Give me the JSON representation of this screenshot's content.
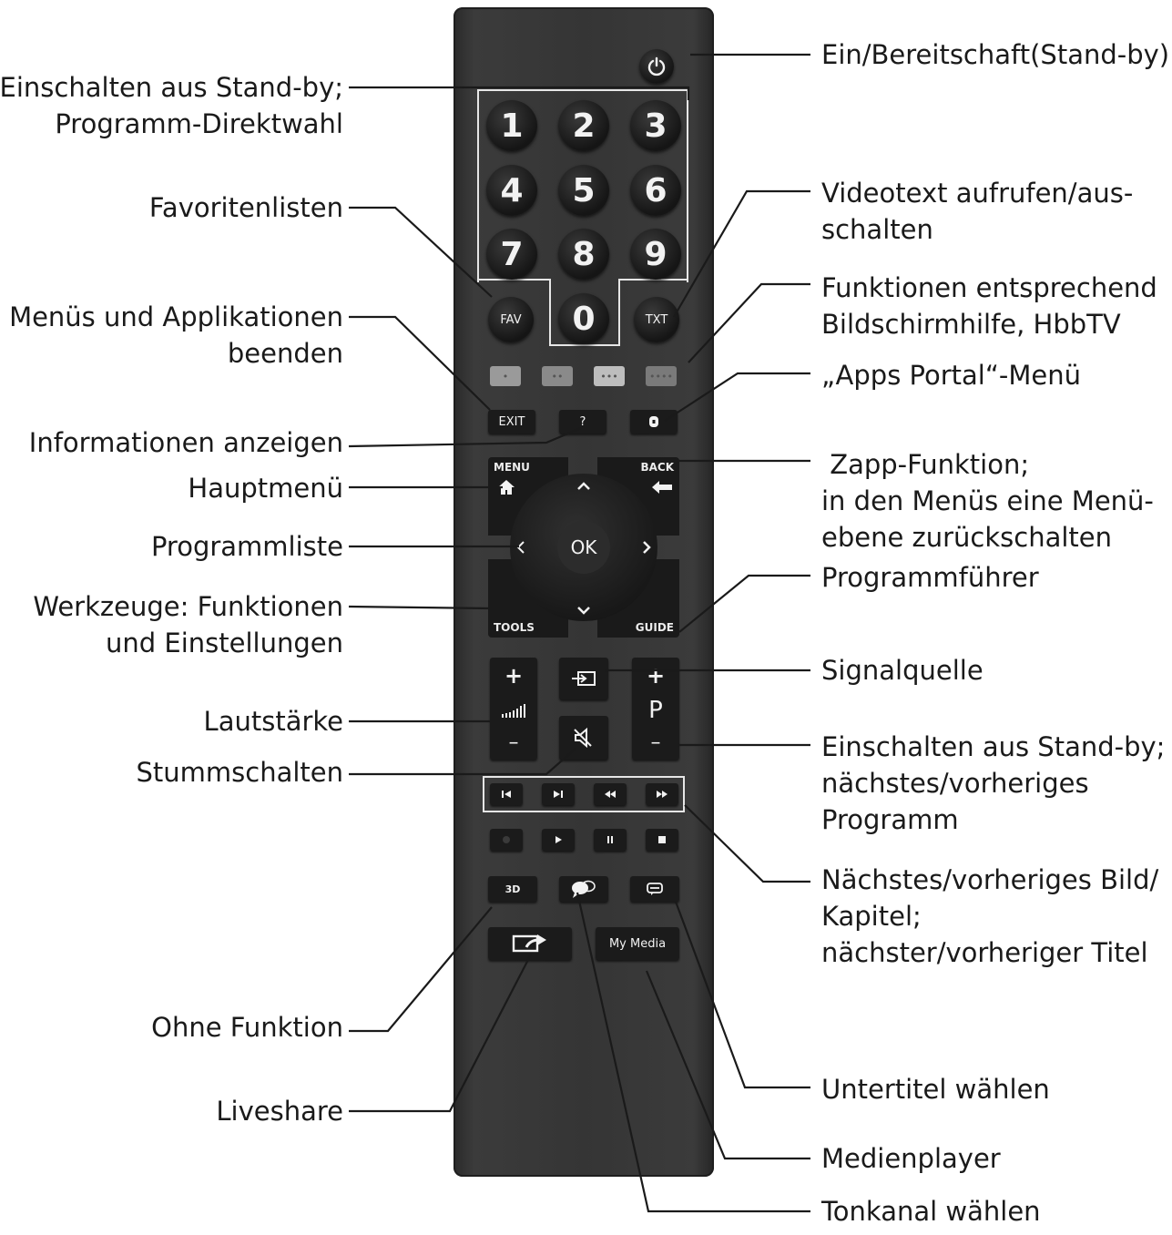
{
  "labels_left": [
    {
      "id": "standby-direct",
      "lines": [
        "Einschalten aus Stand-by;",
        "Programm-Direktwahl"
      ]
    },
    {
      "id": "favorites",
      "lines": [
        "Favoritenlisten"
      ]
    },
    {
      "id": "exit-menus",
      "lines": [
        "Menüs und Applikationen",
        "beenden"
      ]
    },
    {
      "id": "info",
      "lines": [
        "Informationen anzeigen"
      ]
    },
    {
      "id": "main-menu",
      "lines": [
        "Hauptmenü"
      ]
    },
    {
      "id": "program-list",
      "lines": [
        "Programmliste"
      ]
    },
    {
      "id": "tools",
      "lines": [
        "Werkzeuge: Funktionen",
        "und Einstellungen"
      ]
    },
    {
      "id": "volume",
      "lines": [
        "Lautstärke"
      ]
    },
    {
      "id": "mute",
      "lines": [
        "Stummschalten"
      ]
    },
    {
      "id": "no-function",
      "lines": [
        "Ohne Funktion"
      ]
    },
    {
      "id": "liveshare",
      "lines": [
        "Liveshare"
      ]
    }
  ],
  "labels_right": [
    {
      "id": "power",
      "lines": [
        "Ein/Bereitschaft(Stand-by)."
      ]
    },
    {
      "id": "teletext",
      "lines": [
        "Videotext aufrufen/aus-",
        "schalten"
      ]
    },
    {
      "id": "color-functions",
      "lines": [
        "Funktionen entsprechend",
        "Bildschirmhilfe, HbbTV"
      ]
    },
    {
      "id": "apps-portal",
      "lines": [
        "„Apps Portal“-Menü"
      ]
    },
    {
      "id": "zapp",
      "lines": [
        " Zapp-Funktion;",
        "in den Menüs eine Menü-",
        "ebene zurückschalten"
      ]
    },
    {
      "id": "guide",
      "lines": [
        "Programmführer"
      ]
    },
    {
      "id": "source",
      "lines": [
        "Signalquelle"
      ]
    },
    {
      "id": "channel",
      "lines": [
        "Einschalten aus Stand-by;",
        "nächstes/vorheriges",
        "Programm"
      ]
    },
    {
      "id": "chapter",
      "lines": [
        "Nächstes/vorheriges Bild/",
        "Kapitel;",
        "nächster/vorheriger Titel"
      ]
    },
    {
      "id": "subtitle",
      "lines": [
        "Untertitel wählen"
      ]
    },
    {
      "id": "media-player",
      "lines": [
        "Medienplayer"
      ]
    },
    {
      "id": "audio-channel",
      "lines": [
        "Tonkanal wählen"
      ]
    }
  ],
  "remote": {
    "digits": [
      "1",
      "2",
      "3",
      "4",
      "5",
      "6",
      "7",
      "8",
      "9",
      "0"
    ],
    "fav_label": "FAV",
    "txt_label": "TXT",
    "color_buttons": [
      "•",
      "••",
      "•••",
      "••••"
    ],
    "exit_label": "EXIT",
    "info_label": "?",
    "menu_label": "MENU",
    "back_label": "BACK",
    "ok_label": "OK",
    "tools_label": "TOOLS",
    "guide_label": "GUIDE",
    "vol_plus": "+",
    "vol_minus": "–",
    "ch_plus": "+",
    "ch_p": "P",
    "ch_minus": "–",
    "three_d_label": "3D",
    "my_media_label": "My Media",
    "icons": {
      "power": "power-icon",
      "apps": "apps-icon",
      "home": "home-icon",
      "back": "back-arrow-icon",
      "source": "source-icon",
      "mute": "mute-icon",
      "volume": "volume-bars-icon",
      "audio": "speech-bubble-icon",
      "subtitle": "subtitle-icon",
      "liveshare": "share-arrow-icon"
    },
    "colors": {
      "body": "#353535",
      "button": "#1b1b1b",
      "text": "#f2f2f2",
      "frame": "#e6e6e6"
    }
  }
}
